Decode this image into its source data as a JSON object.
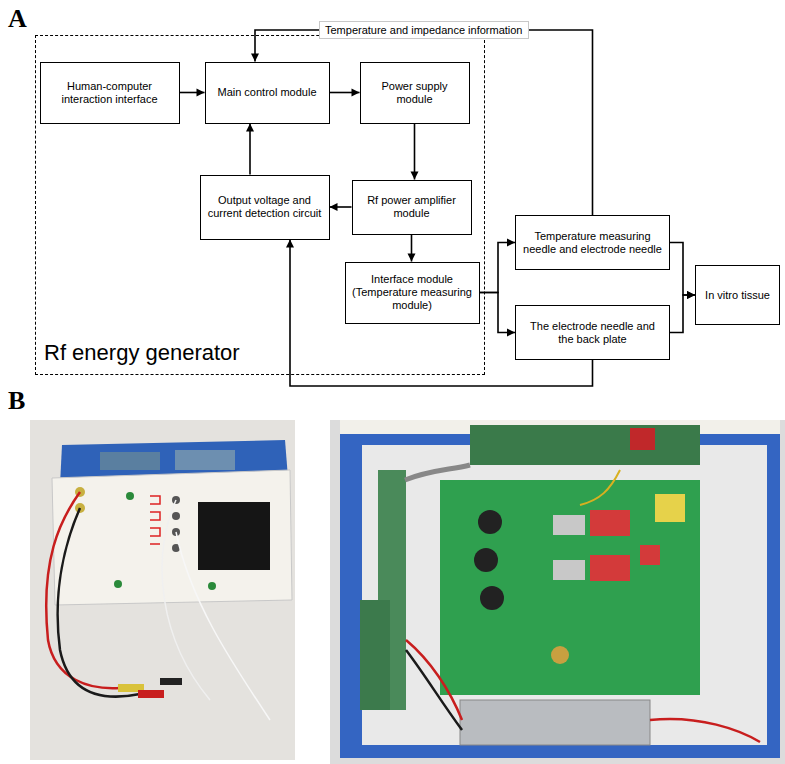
{
  "diagram": {
    "nodes": [
      {
        "text": [
          "Rf energy generator"
        ]
      },
      {
        "text": [
          "Human-computer interaction interface"
        ],
        "in": 0
      },
      {
        "text": [
          "Main control module"
        ],
        "in": 0
      },
      {
        "text": [
          "Power supply module"
        ],
        "in": 0
      },
      {
        "text": [
          "Output voltage and current detection circuit"
        ],
        "in": 0
      },
      {
        "text": [
          "Rf power amplifier module"
        ],
        "in": 0
      },
      {
        "text": [
          "Interface module (Temperature measuring module)"
        ],
        "in": 0
      },
      {
        "text": [
          "Temperature measuring needle and electrode needle"
        ]
      },
      {
        "text": [
          "The electrode needle and the back plate"
        ]
      },
      {
        "text": [
          "In vitro tissue"
        ]
      }
    ],
    "edges": [
      {
        "from": 1,
        "to": 2,
        "arrow": "to"
      },
      {
        "from": 2,
        "to": 3,
        "arrow": "to"
      },
      {
        "from": 3,
        "to": 5,
        "arrow": "to"
      },
      {
        "from": 5,
        "to": 4,
        "arrow": "to"
      },
      {
        "from": 5,
        "to": 6,
        "arrow": "to"
      },
      {
        "from": 4,
        "to": 2,
        "arrow": "to"
      },
      {
        "from": 6,
        "to": 7,
        "arrow": "to"
      },
      {
        "from": 6,
        "to": 8,
        "arrow": "to"
      },
      {
        "from": 7,
        "to": 9,
        "arrow": "to"
      },
      {
        "from": 8,
        "to": 9,
        "arrow": "to"
      },
      {
        "from": 7,
        "to": 2,
        "label": "Temperature and impedance information",
        "arrow": "to"
      },
      {
        "from": 8,
        "to": 4,
        "arrow": "to"
      }
    ],
    "labels": [
      "A",
      "B"
    ]
  }
}
